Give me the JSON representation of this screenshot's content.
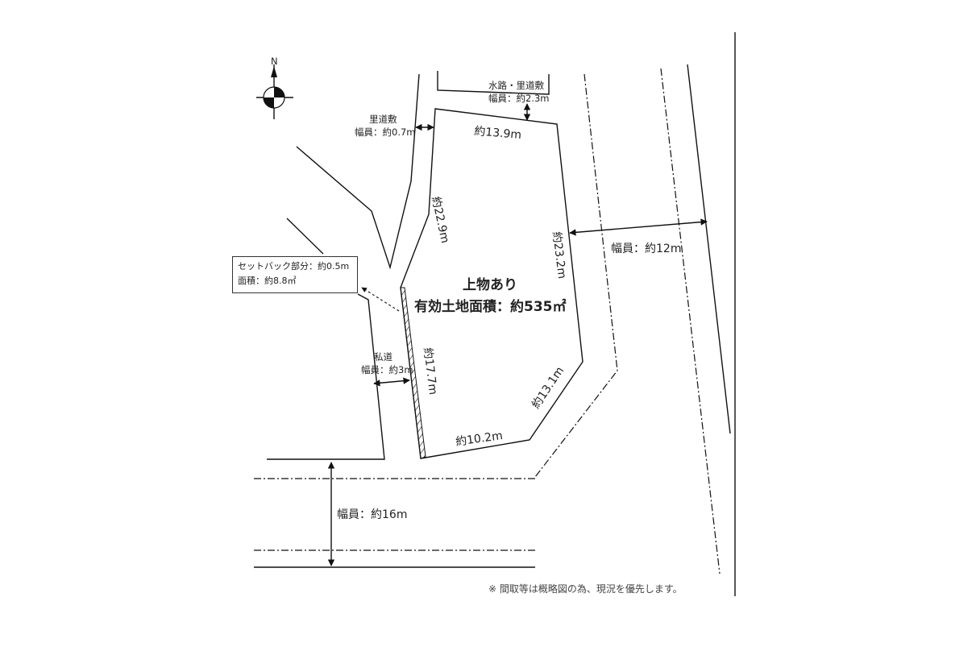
{
  "compass": {
    "north_label": "N"
  },
  "roads": {
    "water_path": {
      "name": "水路・里道敷",
      "width": "幅員：約2.3m"
    },
    "village_path": {
      "name": "里道敷",
      "width": "幅員：約0.7m"
    },
    "private_road": {
      "name": "私道",
      "width": "幅員：約3m"
    },
    "east_road": {
      "width": "幅員：約12m"
    },
    "south_road": {
      "width": "幅員：約16m"
    }
  },
  "lot": {
    "building_label": "上物あり",
    "area_label": "有効土地面積：約535㎡",
    "edges": {
      "north": "約13.9m",
      "west_upper": "約22.9m",
      "east": "約23.2m",
      "west_lower": "約17.7m",
      "southeast": "約13.1m",
      "south": "約10.2m"
    }
  },
  "setback": {
    "line1": "セットバック部分：約0.5m",
    "line2": "面積：約8.8㎡"
  },
  "footnote": "※ 間取等は概略図の為、現況を優先します。"
}
